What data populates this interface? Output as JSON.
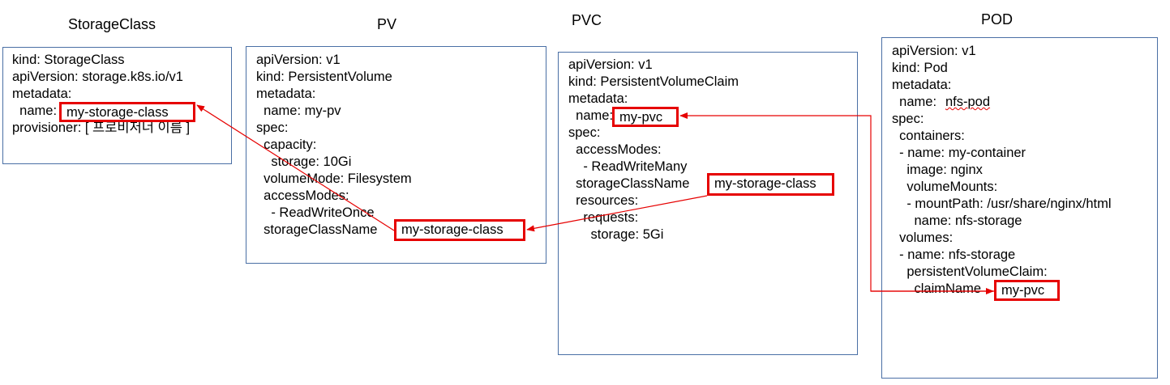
{
  "titles": {
    "storageclass": "StorageClass",
    "pv": "PV",
    "pvc": "PVC",
    "pod": "POD"
  },
  "storageclass": {
    "lines": [
      "kind: StorageClass",
      "apiVersion: storage.k8s.io/v1",
      "metadata:",
      "  name:",
      "provisioner: [ 프로비저너 이름 ]"
    ],
    "highlight": "my-storage-class"
  },
  "pv": {
    "lines": [
      "apiVersion: v1",
      "kind: PersistentVolume",
      "metadata:",
      "  name: my-pv",
      "spec:",
      "  capacity:",
      "    storage: 10Gi",
      "  volumeMode: Filesystem",
      "  accessModes:",
      "    - ReadWriteOnce",
      "  storageClassName"
    ],
    "highlight": "my-storage-class"
  },
  "pvc": {
    "lines": [
      "apiVersion: v1",
      "kind: PersistentVolumeClaim",
      "metadata:",
      "  name:",
      "spec:",
      "  accessModes:",
      "    - ReadWriteMany",
      "  storageClassName",
      "  resources:",
      "    requests:",
      "      storage: 5Gi"
    ],
    "highlight_name": "my-pvc",
    "highlight_class": "my-storage-class"
  },
  "pod": {
    "lines": [
      "apiVersion: v1",
      "kind: Pod",
      "metadata:",
      "  name: ",
      "spec:",
      "  containers:",
      "  - name: my-container",
      "    image: nginx",
      "    volumeMounts:",
      "    - mountPath: /usr/share/nginx/html",
      "      name: nfs-storage",
      "  volumes:",
      "  - name: nfs-storage",
      "    persistentVolumeClaim:",
      "      claimName"
    ],
    "pod_name": "nfs-pod",
    "highlight": "my-pvc"
  },
  "colors": {
    "box_border": "#4a6fa5",
    "highlight": "#e60000",
    "arrow": "#e60000"
  }
}
